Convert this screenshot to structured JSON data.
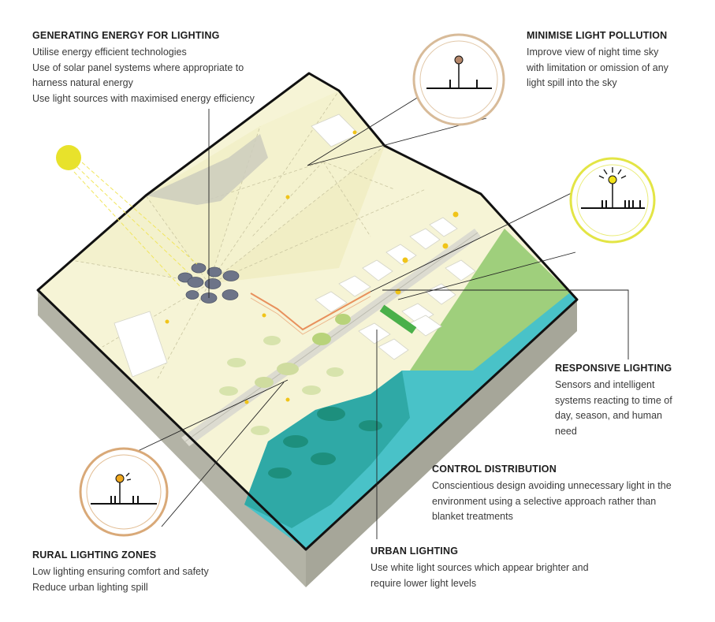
{
  "colors": {
    "terrain_side": "#b3b3a6",
    "terrain_top": "#f6f4d6",
    "water": "#49c2c8",
    "water_deep": "#2fa9a6",
    "grass": "#9fcf7c",
    "sun": "#e8e22b",
    "rural_ring": "#d9a978",
    "sky_ring": "#c79d70",
    "responsive_ring": "#e3e545",
    "lamp_orange": "#f0a81e",
    "lamp_brown": "#b5876a",
    "lamp_yellow": "#f2e21a",
    "line": "#111111"
  },
  "icons": [
    "sun-icon",
    "sky-lamp-icon",
    "responsive-lamp-icon",
    "rural-lamp-icon",
    "solar-panel-icon",
    "tree-icon",
    "street-lamp-icon"
  ],
  "callouts": {
    "generating_energy": {
      "title": "GENERATING ENERGY FOR LIGHTING",
      "lines": [
        "Utilise energy efficient technologies",
        "Use of solar panel systems where appropriate to",
        "harness natural energy",
        "Use light sources with maximised energy efficiency"
      ]
    },
    "minimise_pollution": {
      "title": "MINIMISE LIGHT POLLUTION",
      "lines": [
        "Improve view of night time sky",
        "with limitation or omission of any",
        "light spill into the sky"
      ]
    },
    "responsive_lighting": {
      "title": "RESPONSIVE LIGHTING",
      "lines": [
        "Sensors and intelligent",
        "systems reacting to time of",
        "day, season, and human",
        "need"
      ]
    },
    "control_distribution": {
      "title": "CONTROL DISTRIBUTION",
      "lines": [
        "Conscientious design avoiding unnecessary light in the",
        "environment using a selective approach rather than",
        "blanket treatments"
      ]
    },
    "urban_lighting": {
      "title": "URBAN LIGHTING",
      "lines": [
        "Use white light sources which appear brighter and",
        "require lower light levels"
      ]
    },
    "rural_zones": {
      "title": "RURAL LIGHTING ZONES",
      "lines": [
        "Low lighting ensuring comfort and safety",
        "Reduce urban lighting spill"
      ]
    }
  }
}
